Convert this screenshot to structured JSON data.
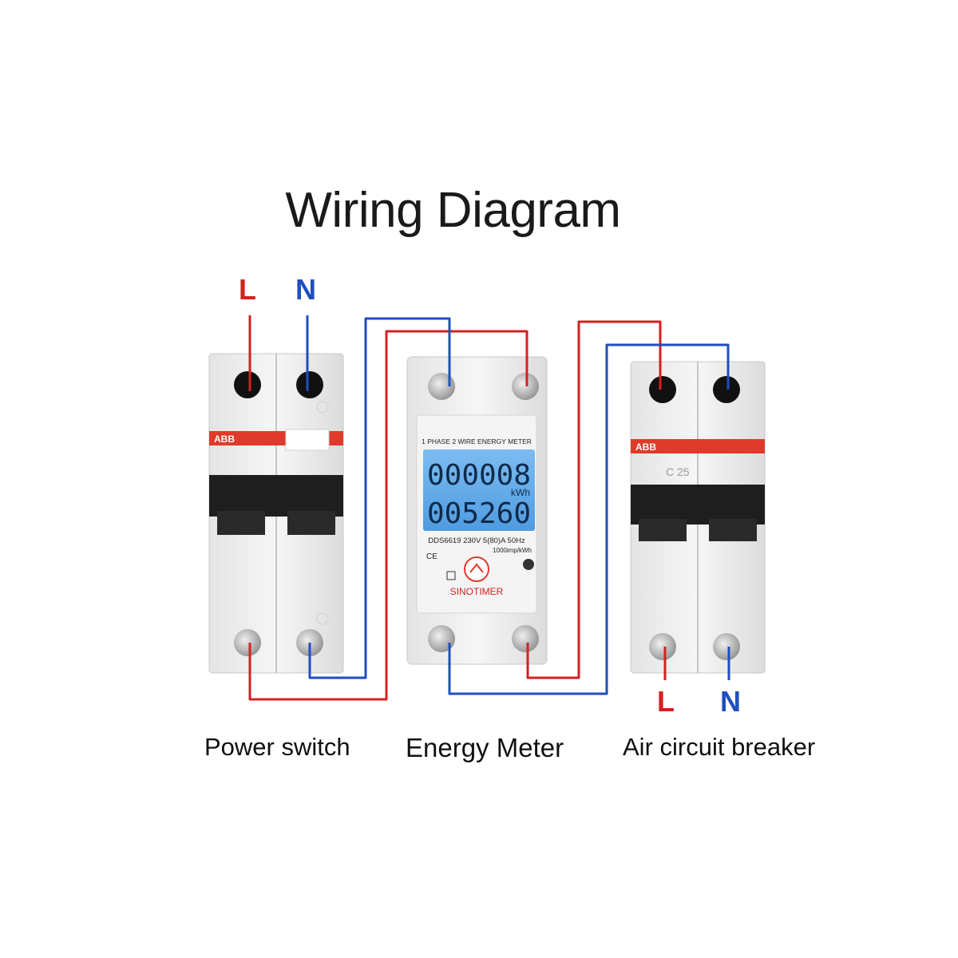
{
  "title": "Wiring Diagram",
  "captions": {
    "power_switch": "Power switch",
    "energy_meter": "Energy Meter",
    "air_breaker": "Air circuit breaker"
  },
  "terminals": {
    "top_left_L": "L",
    "top_left_N": "N",
    "bottom_right_L": "L",
    "bottom_right_N": "N"
  },
  "power_switch": {
    "brand": "ABB"
  },
  "air_breaker": {
    "brand": "ABB",
    "rating": "C 25"
  },
  "meter": {
    "header": "1 PHASE 2 WIRE ENERGY METER",
    "reading_top": "000008",
    "reading_bottom": "005260",
    "unit": "kWh",
    "spec_line": "DDS6619 230V  5(80)A  50Hz",
    "imp_line": "1000imp/kWh",
    "brand": "SINOTIMER"
  },
  "colors": {
    "live_wire": "#d62020",
    "neutral_wire": "#1f4fbf",
    "lcd": "#5aa7e8",
    "brand_stripe": "#e03a2a"
  }
}
